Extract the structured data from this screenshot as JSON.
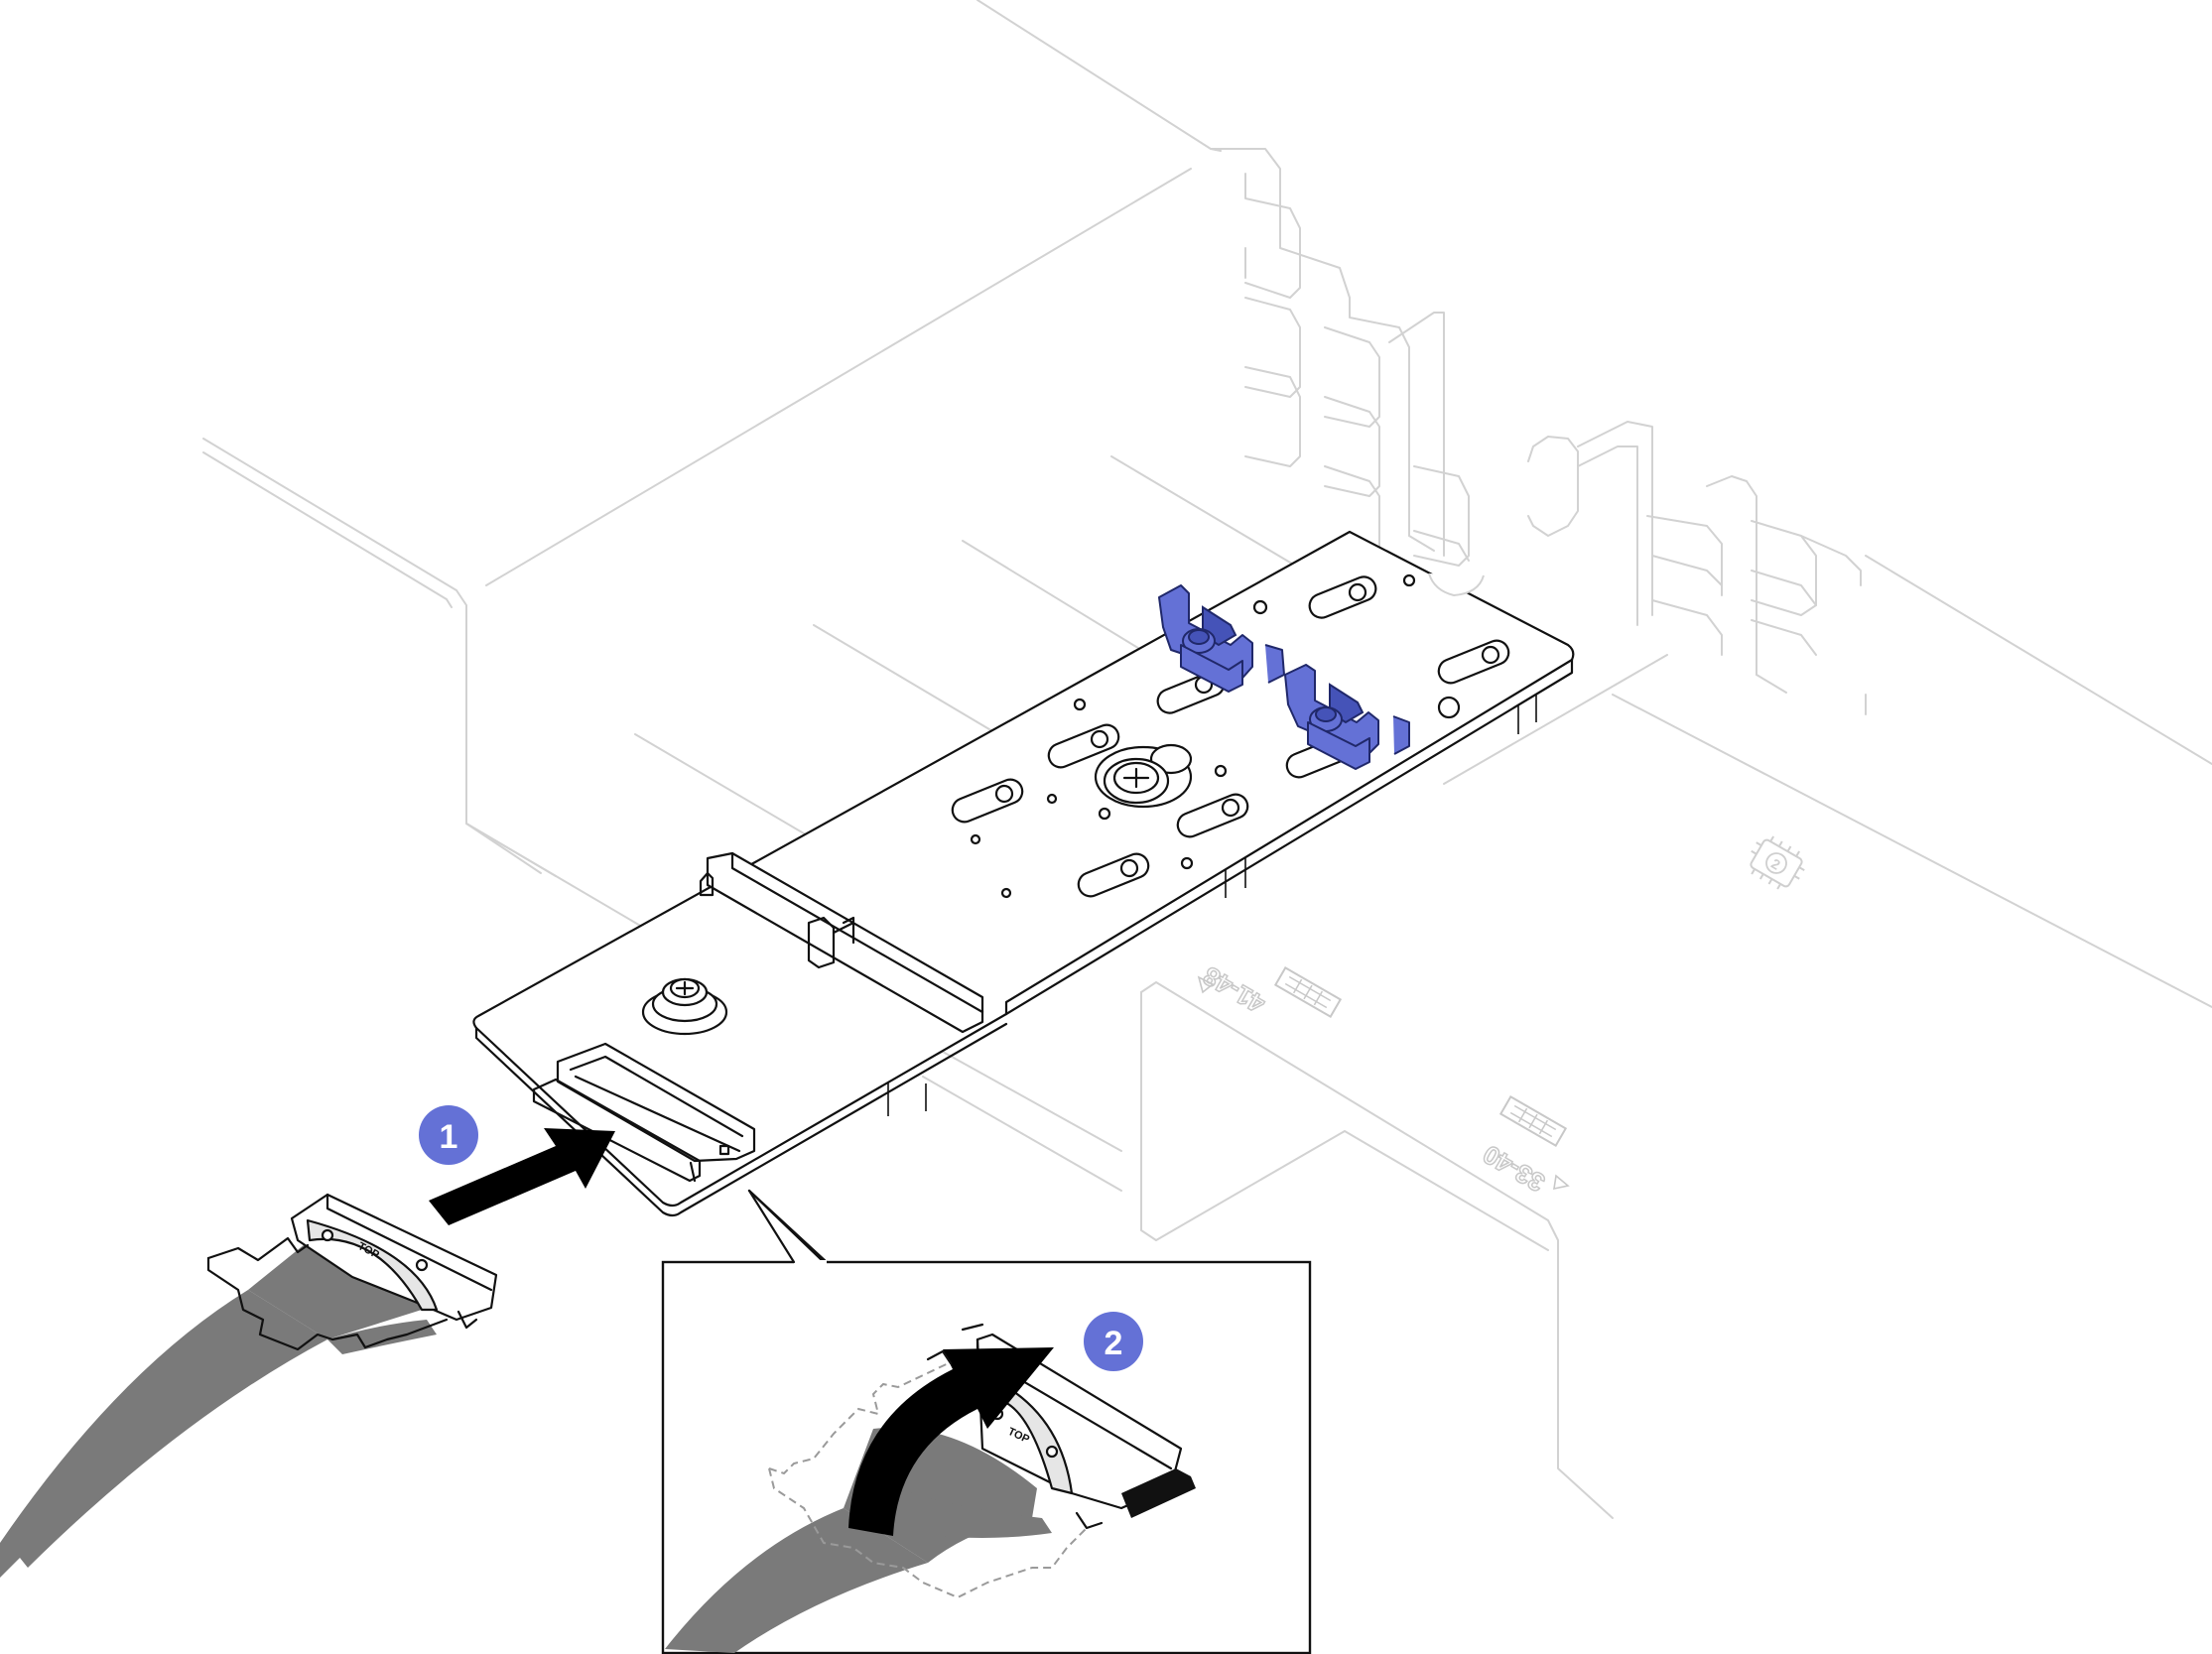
{
  "steps": {
    "step1": "1",
    "step2": "2"
  },
  "connector_marks": {
    "main": "TOP",
    "inset": "TOP"
  },
  "chassis_labels": {
    "bay_range_a": "41-48",
    "bay_range_b": "33-40",
    "processor_mark": "2"
  },
  "colors": {
    "callout": "#6471d6",
    "retainer_clip": "#6471d6",
    "cable": "#7a7a7a",
    "chassis_outline": "#d2d2d2",
    "line_art": "#111111"
  },
  "icons": {
    "push_arrow": "arrow-right-icon",
    "rotate_arrow": "curved-arrow-icon",
    "processor": "chip-icon",
    "drive_bay": "drive-bay-icon"
  }
}
